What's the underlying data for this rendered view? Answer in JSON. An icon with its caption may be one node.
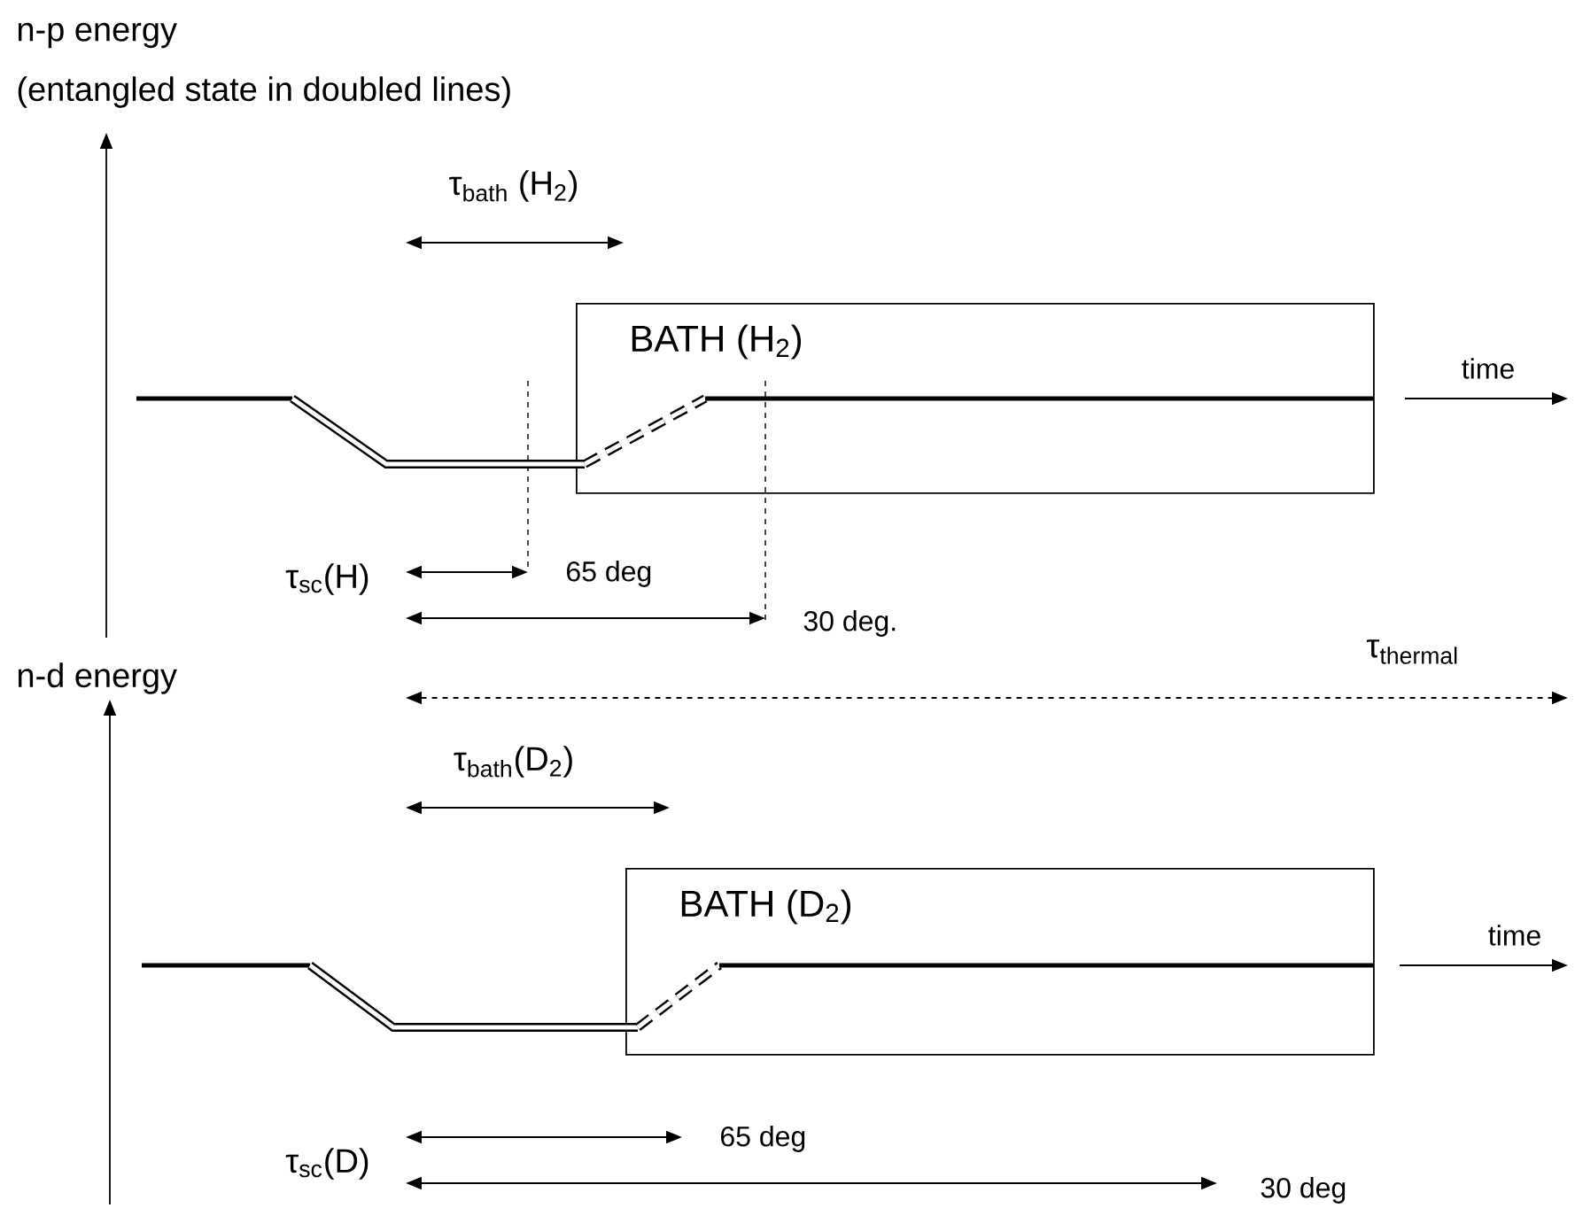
{
  "diagram": {
    "nodes": [
      {
        "text": [
          "BATH (H$_{2}$)"
        ]
      },
      {
        "text": [
          "BATH (D$_{2}$)"
        ]
      }
    ],
    "labels": [
      "n-p energy",
      "(entangled state in doubled lines)",
      "τ$_{bath}$ (H$_{2}$)",
      "time",
      "τ$_{sc}$(H)",
      "65 deg",
      "30 deg.",
      "n-d energy",
      "τ$_{thermal}$",
      "τ$_{bath}$(D$_{2}$)",
      "time",
      "65 deg",
      "τ$_{sc}$(D)",
      "30 deg"
    ]
  }
}
